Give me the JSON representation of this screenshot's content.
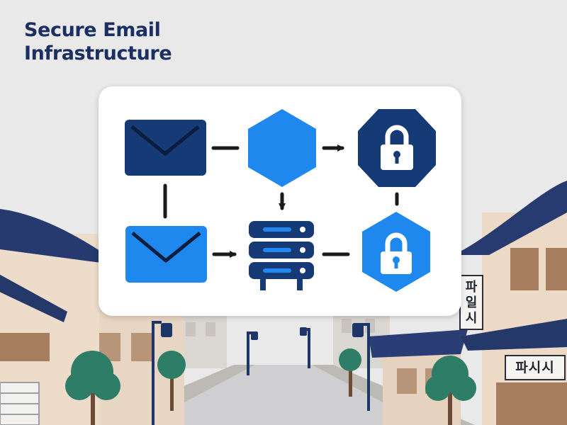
{
  "title": {
    "line1": "Secure Email",
    "line2": "Infrastructure"
  },
  "signs": {
    "vertical": "파일시",
    "horizontal": "파시시"
  },
  "colors": {
    "navy": "#153a75",
    "blue": "#1f88ef",
    "title": "#1b2f63",
    "arrow": "#1a1a1a",
    "background": "#e9e9ea"
  },
  "diagram": {
    "nodes": [
      {
        "id": "email-navy",
        "icon": "envelope-icon",
        "color": "navy"
      },
      {
        "id": "hexagon-blue",
        "icon": "hexagon-icon",
        "color": "blue"
      },
      {
        "id": "lock-octagon-navy",
        "icon": "lock-icon",
        "color": "navy"
      },
      {
        "id": "email-blue",
        "icon": "envelope-icon",
        "color": "blue"
      },
      {
        "id": "server-stack-navy",
        "icon": "server-icon",
        "color": "navy"
      },
      {
        "id": "lock-hexagon-blue",
        "icon": "lock-icon",
        "color": "blue"
      }
    ],
    "connections": [
      {
        "from": "email-navy",
        "to": "hexagon-blue",
        "arrow": false
      },
      {
        "from": "hexagon-blue",
        "to": "lock-octagon-navy",
        "arrow": true
      },
      {
        "from": "email-navy",
        "to": "email-blue",
        "arrow": false
      },
      {
        "from": "hexagon-blue",
        "to": "server-stack-navy",
        "arrow": true
      },
      {
        "from": "lock-octagon-navy",
        "to": "lock-hexagon-blue",
        "arrow": false
      },
      {
        "from": "email-blue",
        "to": "server-stack-navy",
        "arrow": true
      },
      {
        "from": "server-stack-navy",
        "to": "lock-hexagon-blue",
        "arrow": false
      }
    ]
  }
}
